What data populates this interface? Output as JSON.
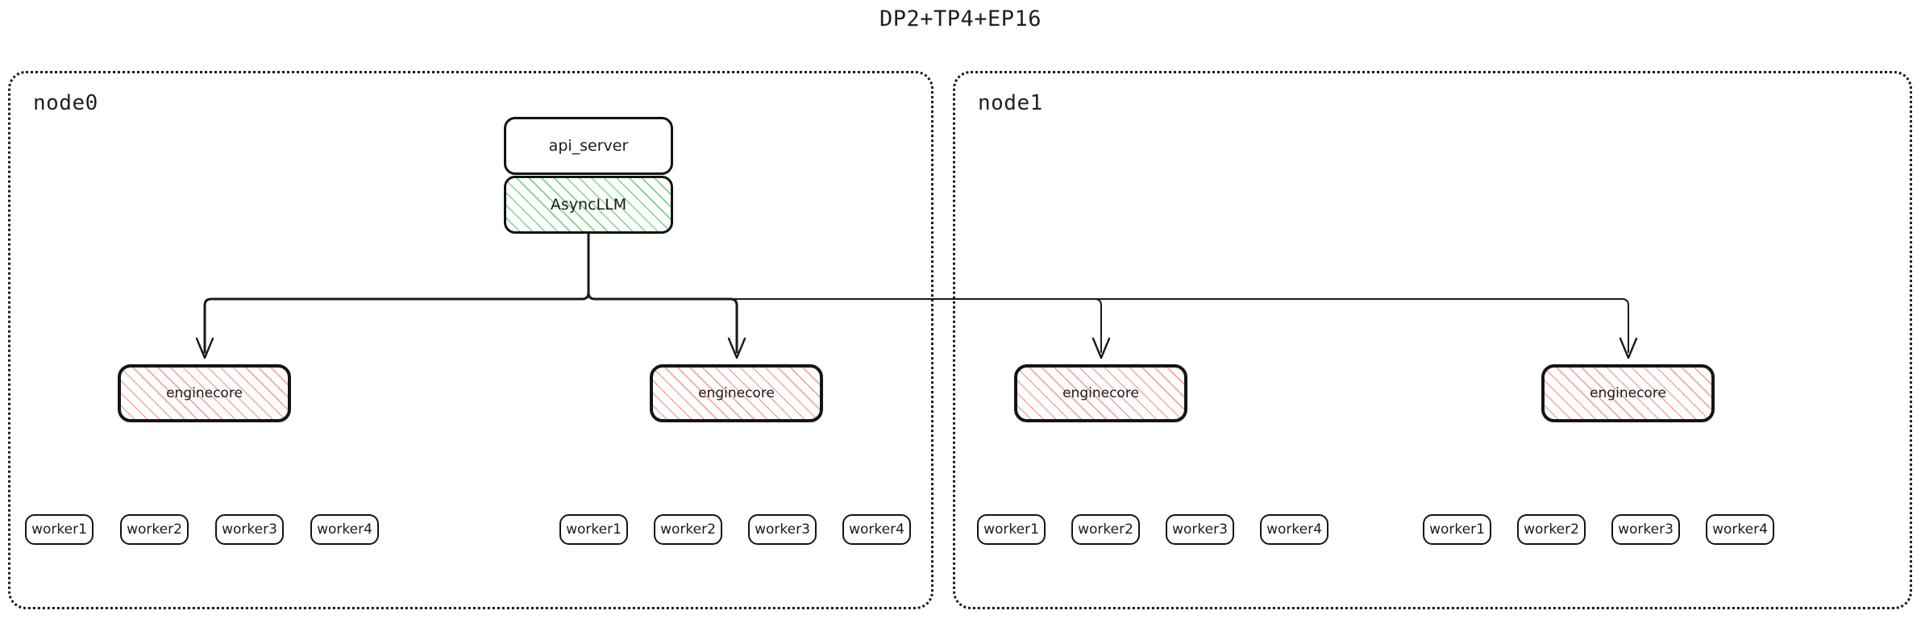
{
  "title": "DP2+TP4+EP16",
  "colors": {
    "stroke": "#1a1a1a",
    "async_hatch": "#76d088",
    "engine_hatch": "#f1a4a0",
    "background": "#ffffff"
  },
  "diagram": {
    "type": "deployment-topology",
    "nodes": [
      {
        "id": "node0",
        "label": "node0",
        "blocks": [
          {
            "kind": "api_server",
            "label": "api_server",
            "style": "plain"
          },
          {
            "kind": "async_llm",
            "label": "AsyncLLM",
            "style": "green-hatch"
          }
        ],
        "enginecores": [
          {
            "label": "enginecore",
            "workers": [
              {
                "label": "worker1"
              },
              {
                "label": "worker2"
              },
              {
                "label": "worker3"
              },
              {
                "label": "worker4"
              }
            ]
          },
          {
            "label": "enginecore",
            "workers": [
              {
                "label": "worker1"
              },
              {
                "label": "worker2"
              },
              {
                "label": "worker3"
              },
              {
                "label": "worker4"
              }
            ]
          }
        ]
      },
      {
        "id": "node1",
        "label": "node1",
        "blocks": [],
        "enginecores": [
          {
            "label": "enginecore",
            "workers": [
              {
                "label": "worker1"
              },
              {
                "label": "worker2"
              },
              {
                "label": "worker3"
              },
              {
                "label": "worker4"
              }
            ]
          },
          {
            "label": "enginecore",
            "workers": [
              {
                "label": "worker1"
              },
              {
                "label": "worker2"
              },
              {
                "label": "worker3"
              },
              {
                "label": "worker4"
              }
            ]
          }
        ]
      }
    ],
    "edges": [
      {
        "from": "AsyncLLM",
        "to": "node0.enginecore.0"
      },
      {
        "from": "AsyncLLM",
        "to": "node0.enginecore.1"
      },
      {
        "from": "AsyncLLM",
        "to": "node1.enginecore.0"
      },
      {
        "from": "AsyncLLM",
        "to": "node1.enginecore.1"
      }
    ]
  }
}
